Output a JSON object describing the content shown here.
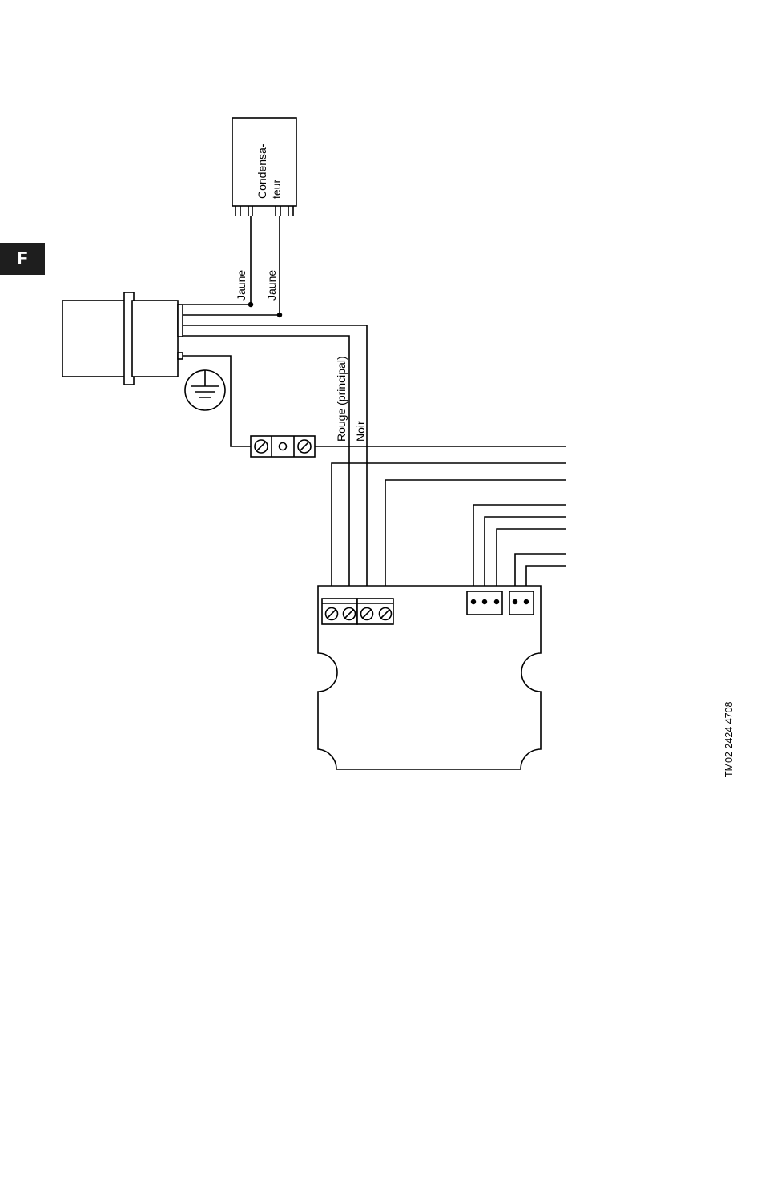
{
  "language_tab": "F",
  "labels": {
    "capacitor_line1": "Condensa-",
    "capacitor_line2": "teur",
    "wire_yellow_1": "Jaune",
    "wire_yellow_2": "Jaune",
    "wire_red_main": "Rouge (principal)",
    "wire_black": "Noir"
  },
  "document_code": "TM02 2424 4708"
}
